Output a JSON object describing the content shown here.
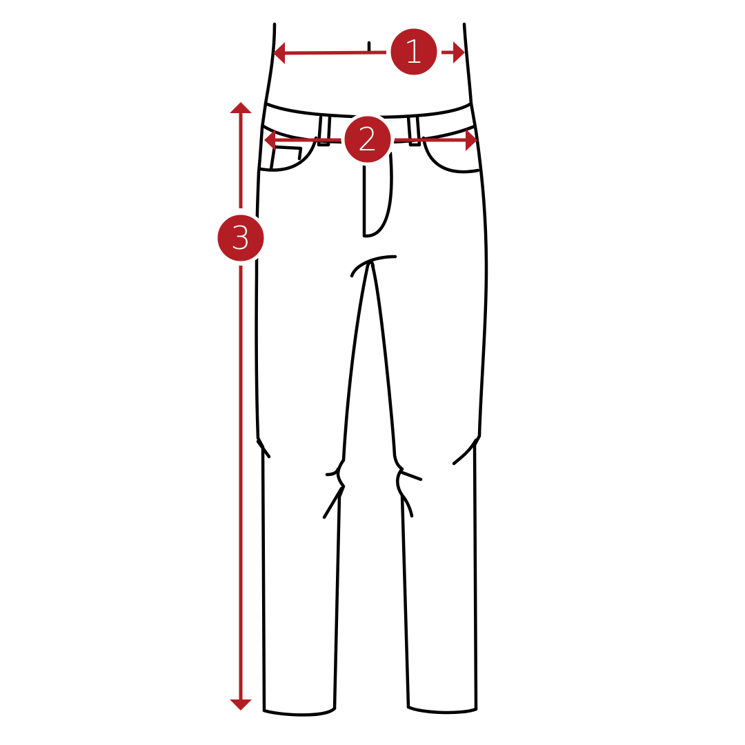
{
  "diagram": {
    "subject": "pants-measurement-guide",
    "accent_color": "#b21e24",
    "measurements": [
      {
        "label": "1",
        "name": "waist"
      },
      {
        "label": "2",
        "name": "hip"
      },
      {
        "label": "3",
        "name": "length"
      }
    ]
  }
}
